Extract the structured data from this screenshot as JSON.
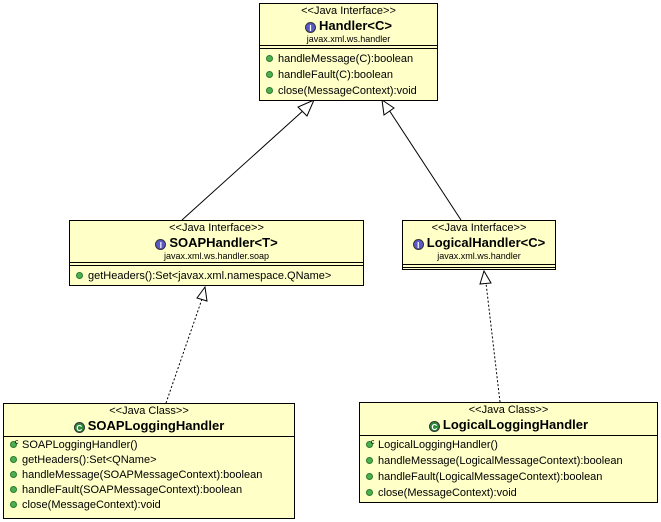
{
  "handler": {
    "stereotype": "<<Java Interface>>",
    "name": "Handler<C>",
    "package": "javax.xml.ws.handler",
    "ops": [
      "handleMessage(C):boolean",
      "handleFault(C):boolean",
      "close(MessageContext):void"
    ]
  },
  "soap_handler": {
    "stereotype": "<<Java Interface>>",
    "name": "SOAPHandler<T>",
    "package": "javax.xml.ws.handler.soap",
    "ops": [
      "getHeaders():Set<javax.xml.namespace.QName>"
    ]
  },
  "logical_handler": {
    "stereotype": "<<Java Interface>>",
    "name": "LogicalHandler<C>",
    "package": "javax.xml.ws.handler"
  },
  "soap_logging": {
    "stereotype": "<<Java Class>>",
    "name": "SOAPLoggingHandler",
    "ctor": "SOAPLoggingHandler()",
    "ops": [
      "getHeaders():Set<QName>",
      "handleMessage(SOAPMessageContext):boolean",
      "handleFault(SOAPMessageContext):boolean",
      "close(MessageContext):void"
    ]
  },
  "logical_logging": {
    "stereotype": "<<Java Class>>",
    "name": "LogicalLoggingHandler",
    "ctor": "LogicalLoggingHandler()",
    "ops": [
      "handleMessage(LogicalMessageContext):boolean",
      "handleFault(LogicalMessageContext):boolean",
      "close(MessageContext):void"
    ]
  },
  "icons": {
    "interface": "I",
    "class": "C"
  },
  "colors": {
    "box_fill": "#ffffc8",
    "interface_icon": "#5b59c7",
    "class_icon": "#2e8b3a",
    "method_dot": "#4caf50"
  }
}
